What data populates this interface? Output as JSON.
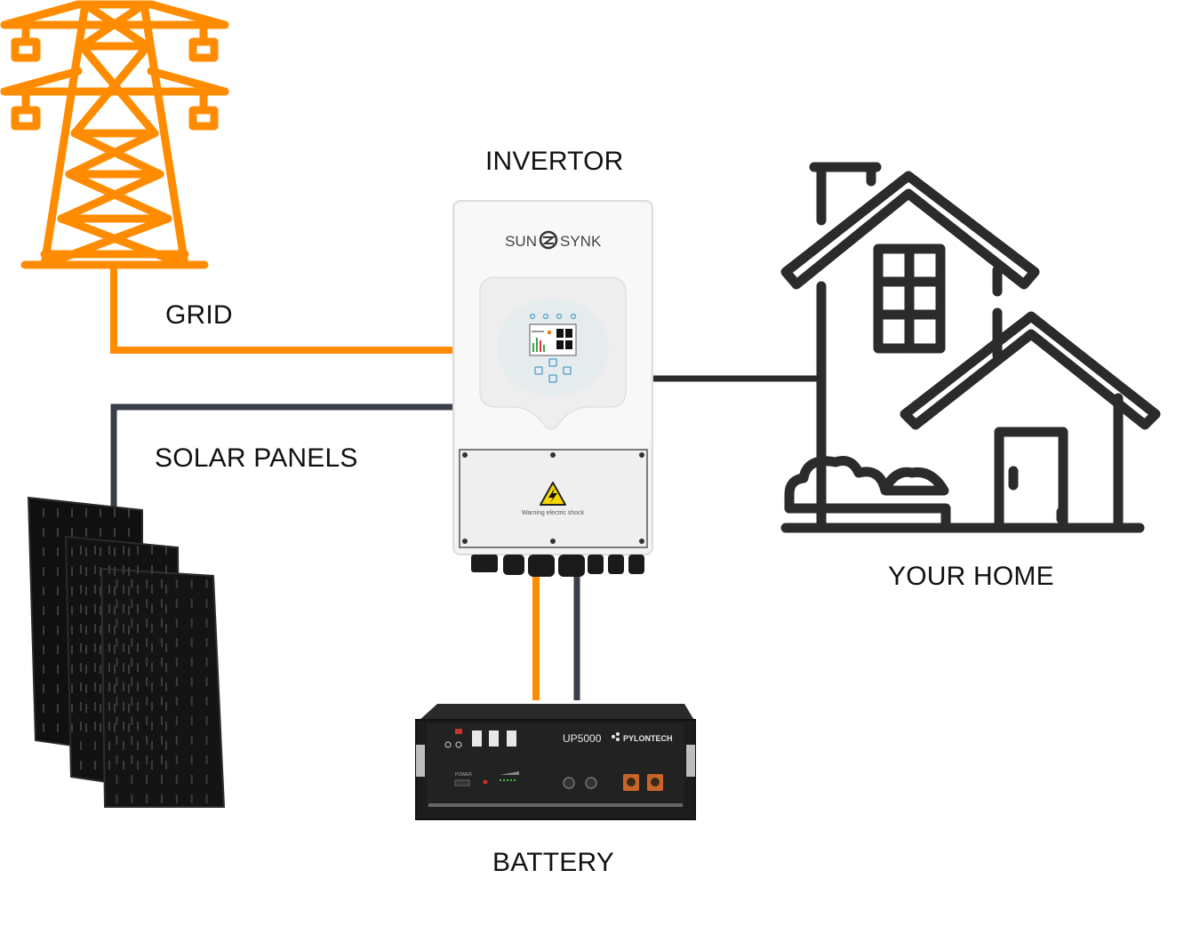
{
  "labels": {
    "invertor": "INVERTOR",
    "grid": "GRID",
    "solar_panels": "SOLAR PANELS",
    "your_home": "YOUR HOME",
    "battery": "BATTERY"
  },
  "inverter": {
    "brand_left": "SUN",
    "brand_right": "SYNK",
    "warning_text": "Warning electric shock"
  },
  "battery_unit": {
    "model": "UP5000",
    "brand": "PYLONTECH",
    "power_label": "POWER"
  },
  "colors": {
    "grid_line": "#ff8c00",
    "solar_line": "#3a3d4a",
    "home_line": "#2b2b2b",
    "tower": "#ff8c00",
    "house": "#2b2b2b",
    "panel": "#111111",
    "inverter_body": "#f2f2f2",
    "battery_body": "#1c1c1c"
  },
  "icons": {
    "tower": "power-tower-icon",
    "house": "house-icon",
    "panels": "solar-panel-icon",
    "inverter": "inverter-icon",
    "battery": "battery-icon",
    "warning": "warning-triangle-icon"
  }
}
